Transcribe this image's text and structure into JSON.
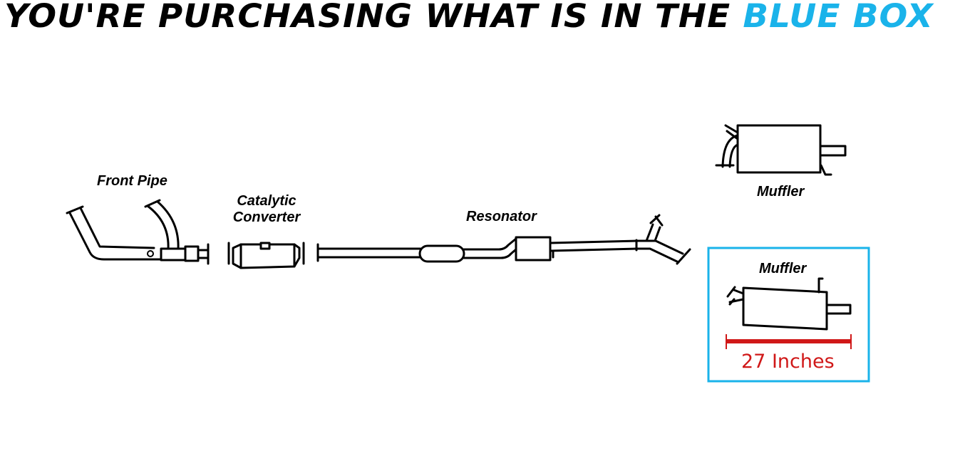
{
  "headline": {
    "text": "YOU'RE PURCHASING WHAT IS IN THE ",
    "accent": "BLUE BOX"
  },
  "colors": {
    "accent": "#1ab3ea",
    "dimension": "#d01818",
    "box_border": "#1ab3ea",
    "line": "#000000"
  },
  "parts": {
    "front_pipe": "Front Pipe",
    "catalytic_converter": [
      "Catalytic",
      "Converter"
    ],
    "resonator": "Resonator",
    "muffler_top": "Muffler",
    "muffler_boxed": "Muffler"
  },
  "dimension": {
    "label": "27 Inches"
  }
}
